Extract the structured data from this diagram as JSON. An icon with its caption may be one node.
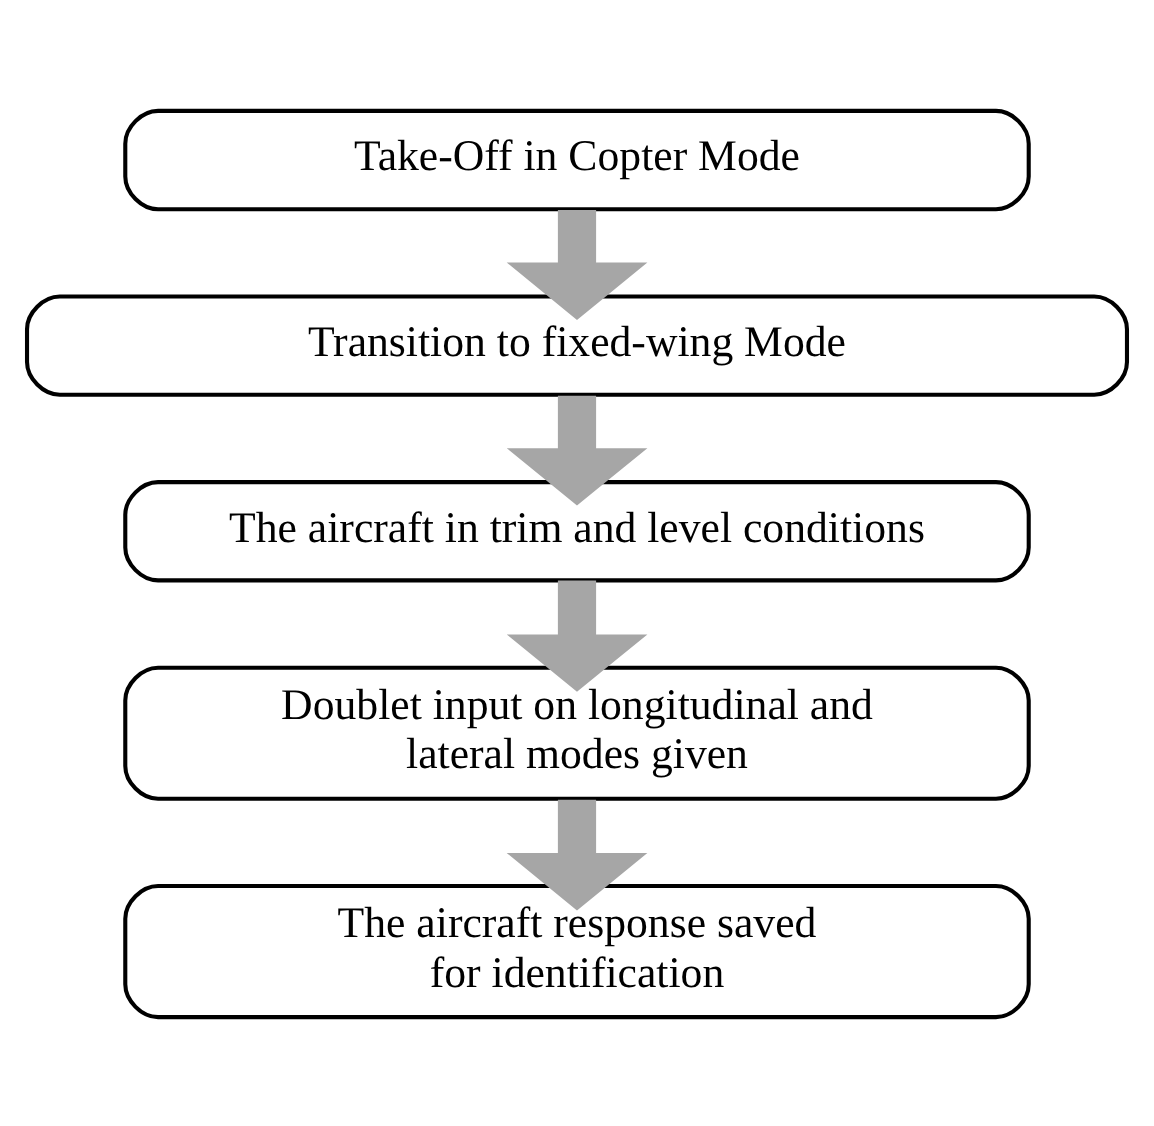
{
  "diagram": {
    "nodes": [
      {
        "text": [
          "Take-Off in Copter Mode"
        ]
      },
      {
        "text": [
          "Transition to fixed-wing Mode"
        ]
      },
      {
        "text": [
          "The aircraft in trim and level conditions"
        ]
      },
      {
        "text": [
          "Doublet input on longitudinal and lateral modes given"
        ]
      },
      {
        "text": [
          "The aircraft response saved for identification"
        ]
      }
    ],
    "edges": [
      {
        "from": 0,
        "to": 1,
        "arrow": "to"
      },
      {
        "from": 1,
        "to": 2,
        "arrow": "to"
      },
      {
        "from": 2,
        "to": 3,
        "arrow": "to"
      },
      {
        "from": 3,
        "to": 4,
        "arrow": "to"
      }
    ]
  }
}
